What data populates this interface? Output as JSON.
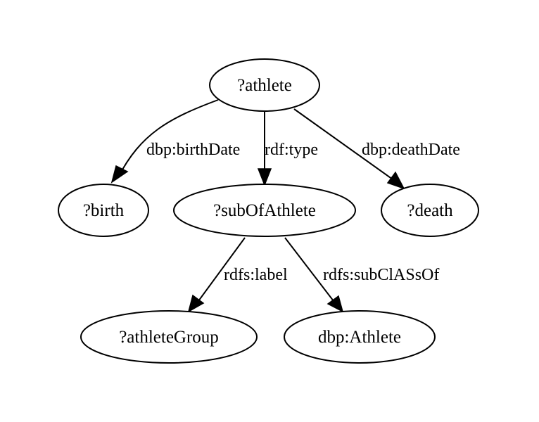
{
  "nodes": {
    "athlete": "?athlete",
    "birth": "?birth",
    "subOfAthlete": "?subOfAthlete",
    "death": "?death",
    "athleteGroup": "?athleteGroup",
    "dbpAthlete": "dbp:Athlete"
  },
  "edges": {
    "birthDate": "dbp:birthDate",
    "type": "rdf:type",
    "deathDate": "dbp:deathDate",
    "label": "rdfs:label",
    "subClassOf": "rdfs:subClASsOf"
  },
  "colors": {
    "stroke": "#000000",
    "background": "#ffffff"
  }
}
